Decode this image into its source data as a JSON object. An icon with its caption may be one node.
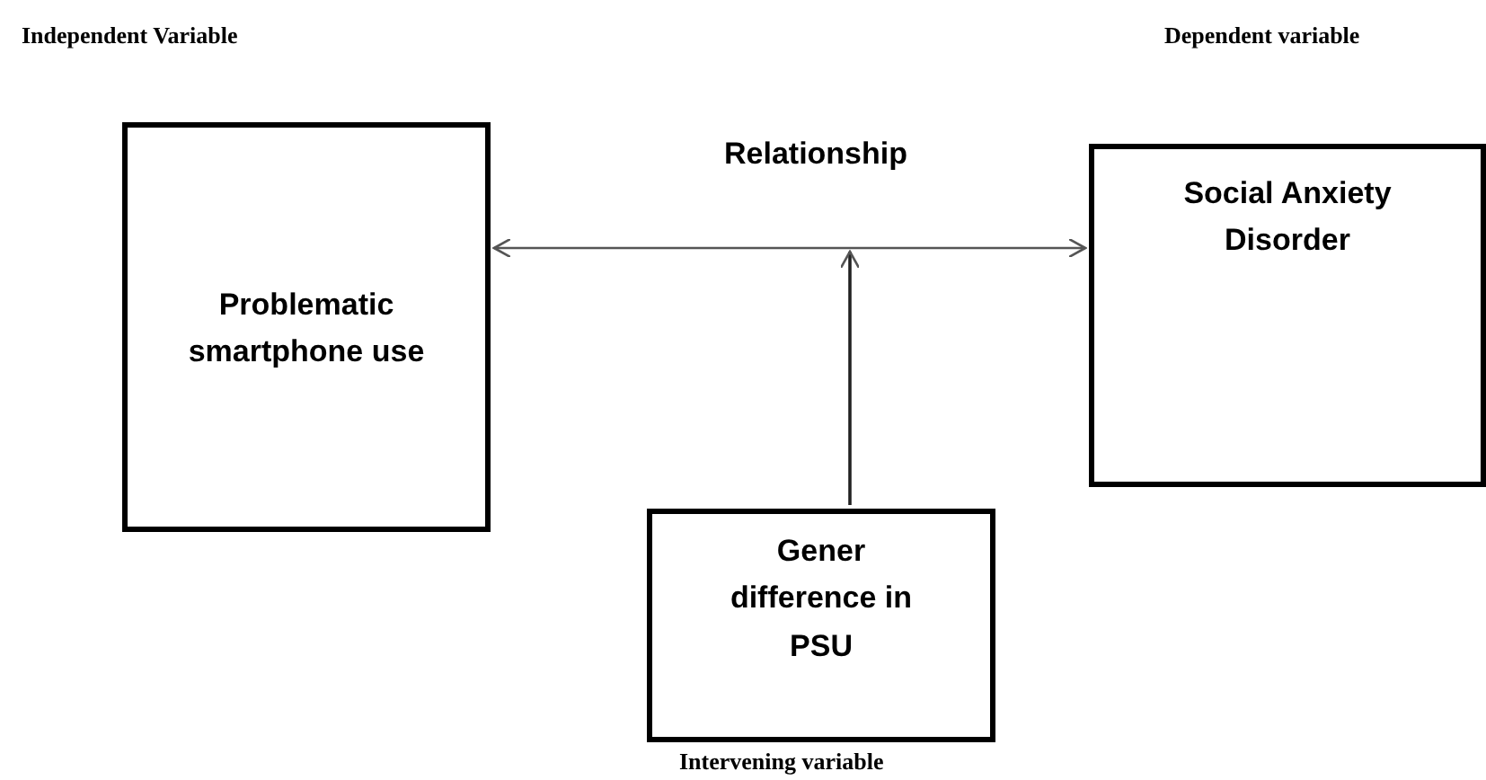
{
  "diagram": {
    "nodes": [
      {
        "text": [
          "Problematic smartphone use"
        ]
      },
      {
        "text": [
          "Social Anxiety Disorder"
        ]
      },
      {
        "text": [
          "Gener difference in PSU"
        ]
      }
    ],
    "edges": [
      {
        "from": 0,
        "to": 1,
        "arrow": "both",
        "label": "Relationship"
      },
      {
        "from": 2,
        "to": null,
        "arrow": "to"
      }
    ],
    "labels": [
      "Independent Variable",
      "Dependent variable",
      "Intervening variable"
    ]
  }
}
